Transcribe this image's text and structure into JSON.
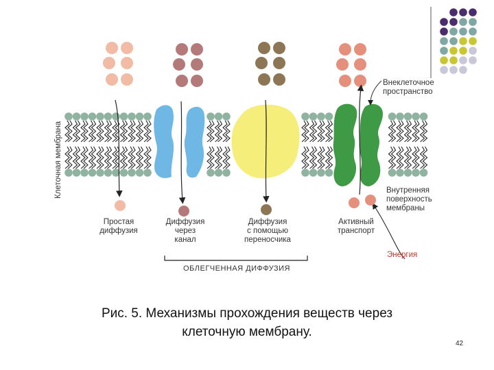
{
  "labels": {
    "membrane_vertical": "Клеточная мембрана",
    "extracellular": [
      "Внеклеточное",
      "пространство"
    ],
    "inner_surface": [
      "Внутренняя",
      "поверхность",
      "мембраны"
    ],
    "energy": "Энергия",
    "simple_diffusion": [
      "Простая",
      "диффузия"
    ],
    "channel_diffusion": [
      "Диффузия",
      "через",
      "канал"
    ],
    "carrier_diffusion": [
      "Диффузия",
      "с помощью",
      "переносчика"
    ],
    "active_transport": [
      "Активный",
      "транспорт"
    ],
    "facilitated": "ОБЛЕГЧЕННАЯ ДИФФУЗИЯ"
  },
  "caption": {
    "line1": "Рис.  5.  Механизмы прохождения веществ через",
    "line2": "клеточную мембрану."
  },
  "page_number": "42",
  "colors": {
    "head": "#8fb3a0",
    "tail": "#222222",
    "simple": "#f2bba6",
    "channel_particle": "#b47a7a",
    "channel_protein": "#6fb8e6",
    "carrier_particle": "#8c7656",
    "carrier_protein": "#f5ee7a",
    "active_particle": "#e5907c",
    "active_protein": "#3e9a45",
    "energy_text": "#c0392b",
    "deco_purple": "#4b2d6e",
    "deco_teal": "#7fa7a3",
    "deco_yellow": "#c9c633",
    "deco_grey": "#c8c8d8"
  }
}
